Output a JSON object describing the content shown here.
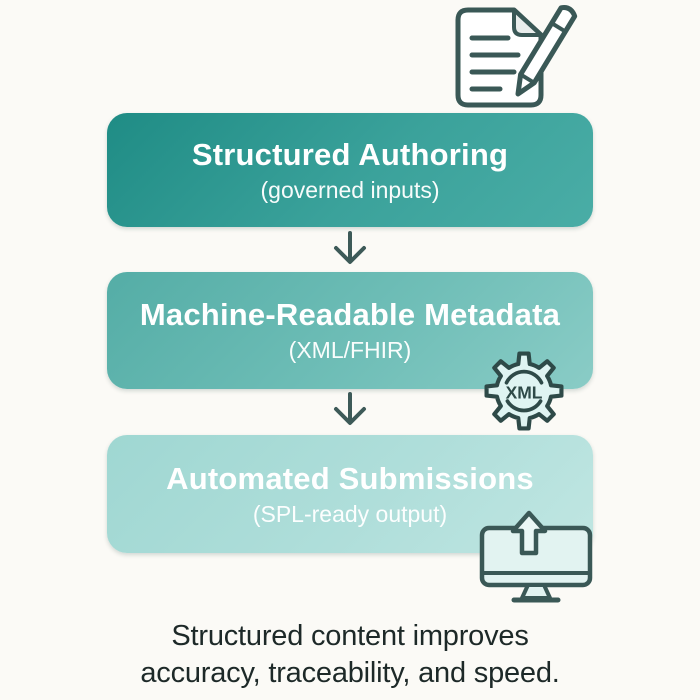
{
  "flow": {
    "steps": [
      {
        "title": "Structured Authoring",
        "subtitle": "(governed inputs)"
      },
      {
        "title": "Machine-Readable Metadata",
        "subtitle": "(XML/FHIR)"
      },
      {
        "title": "Automated Submissions",
        "subtitle": "(SPL-ready output)"
      }
    ]
  },
  "icons": {
    "document_pencil": "document-pencil-icon",
    "xml_gear": "xml-gear-icon",
    "xml_label": "XML",
    "monitor_upload": "monitor-upload-icon"
  },
  "caption": {
    "line1": "Structured content improves",
    "line2": "accuracy, traceability, and speed."
  },
  "colors": {
    "background": "#fbfaf6",
    "box1_gradient_start": "#1f8c85",
    "box1_gradient_end": "#4aada6",
    "box2_gradient_start": "#54ada6",
    "box2_gradient_end": "#8accc6",
    "box3_gradient_start": "#9fd7d2",
    "box3_gradient_end": "#c0e6e2",
    "box_text": "#ffffff",
    "arrow": "#3d5a58",
    "icon_stroke": "#3a5856",
    "icon_fill_light": "#dff4f2",
    "caption_text": "#1d2928"
  }
}
